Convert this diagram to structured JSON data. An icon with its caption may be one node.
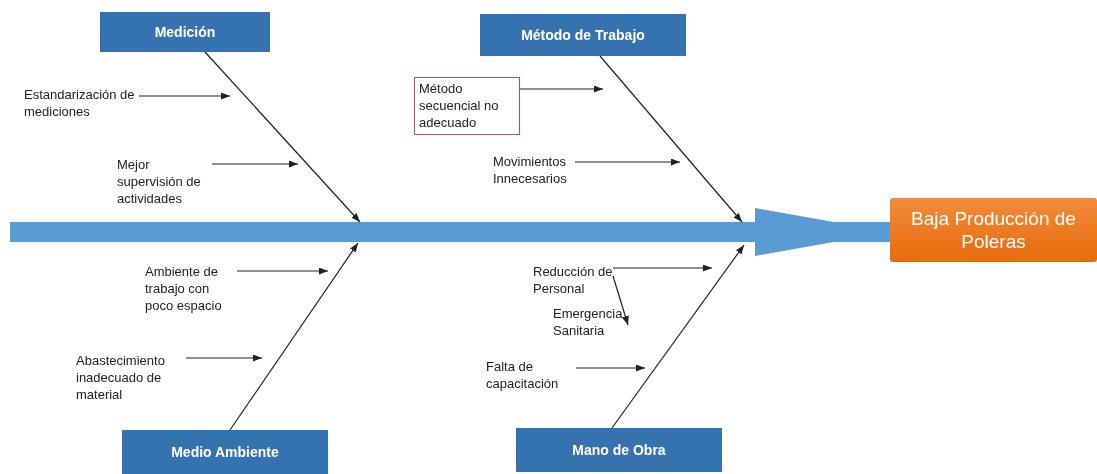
{
  "diagram": {
    "nodes": [
      {
        "text": [
          "Medición"
        ]
      },
      {
        "text": [
          "Estandarización de mediciones"
        ]
      },
      {
        "text": [
          "Mejor supervisión de actividades"
        ]
      },
      {
        "text": [
          "Método de Trabajo"
        ]
      },
      {
        "text": [
          "Método secuencial no adecuado"
        ]
      },
      {
        "text": [
          "Movimientos Innecesarios"
        ]
      },
      {
        "text": [
          "Baja Producción de Poleras"
        ]
      },
      {
        "text": [
          "Ambiente de trabajo con poco espacio"
        ]
      },
      {
        "text": [
          "Abastecimiento inadecuado de material"
        ]
      },
      {
        "text": [
          "Medio Ambiente"
        ]
      },
      {
        "text": [
          "Reducción de Personal"
        ]
      },
      {
        "text": [
          "Emergencia Sanitaria"
        ]
      },
      {
        "text": [
          "Falta de capacitación"
        ]
      },
      {
        "text": [
          "Mano de Obra"
        ]
      }
    ],
    "edges": [
      {
        "from": null,
        "to": 6,
        "arrow": "to",
        "style": "thick",
        "color": "#5b9bd5"
      },
      {
        "from": 0,
        "to": null,
        "arrow": "to"
      },
      {
        "from": 1,
        "to": null,
        "arrow": "to"
      },
      {
        "from": 2,
        "to": null,
        "arrow": "to"
      },
      {
        "from": 3,
        "to": null,
        "arrow": "to"
      },
      {
        "from": 4,
        "to": null,
        "arrow": "to"
      },
      {
        "from": 5,
        "to": null,
        "arrow": "to"
      },
      {
        "from": 9,
        "to": null,
        "arrow": "to"
      },
      {
        "from": 7,
        "to": null,
        "arrow": "to"
      },
      {
        "from": 8,
        "to": null,
        "arrow": "to"
      },
      {
        "from": 13,
        "to": null,
        "arrow": "to"
      },
      {
        "from": 10,
        "to": null,
        "arrow": "to"
      },
      {
        "from": 10,
        "to": 11,
        "arrow": "to"
      },
      {
        "from": 12,
        "to": null,
        "arrow": "to"
      }
    ]
  }
}
